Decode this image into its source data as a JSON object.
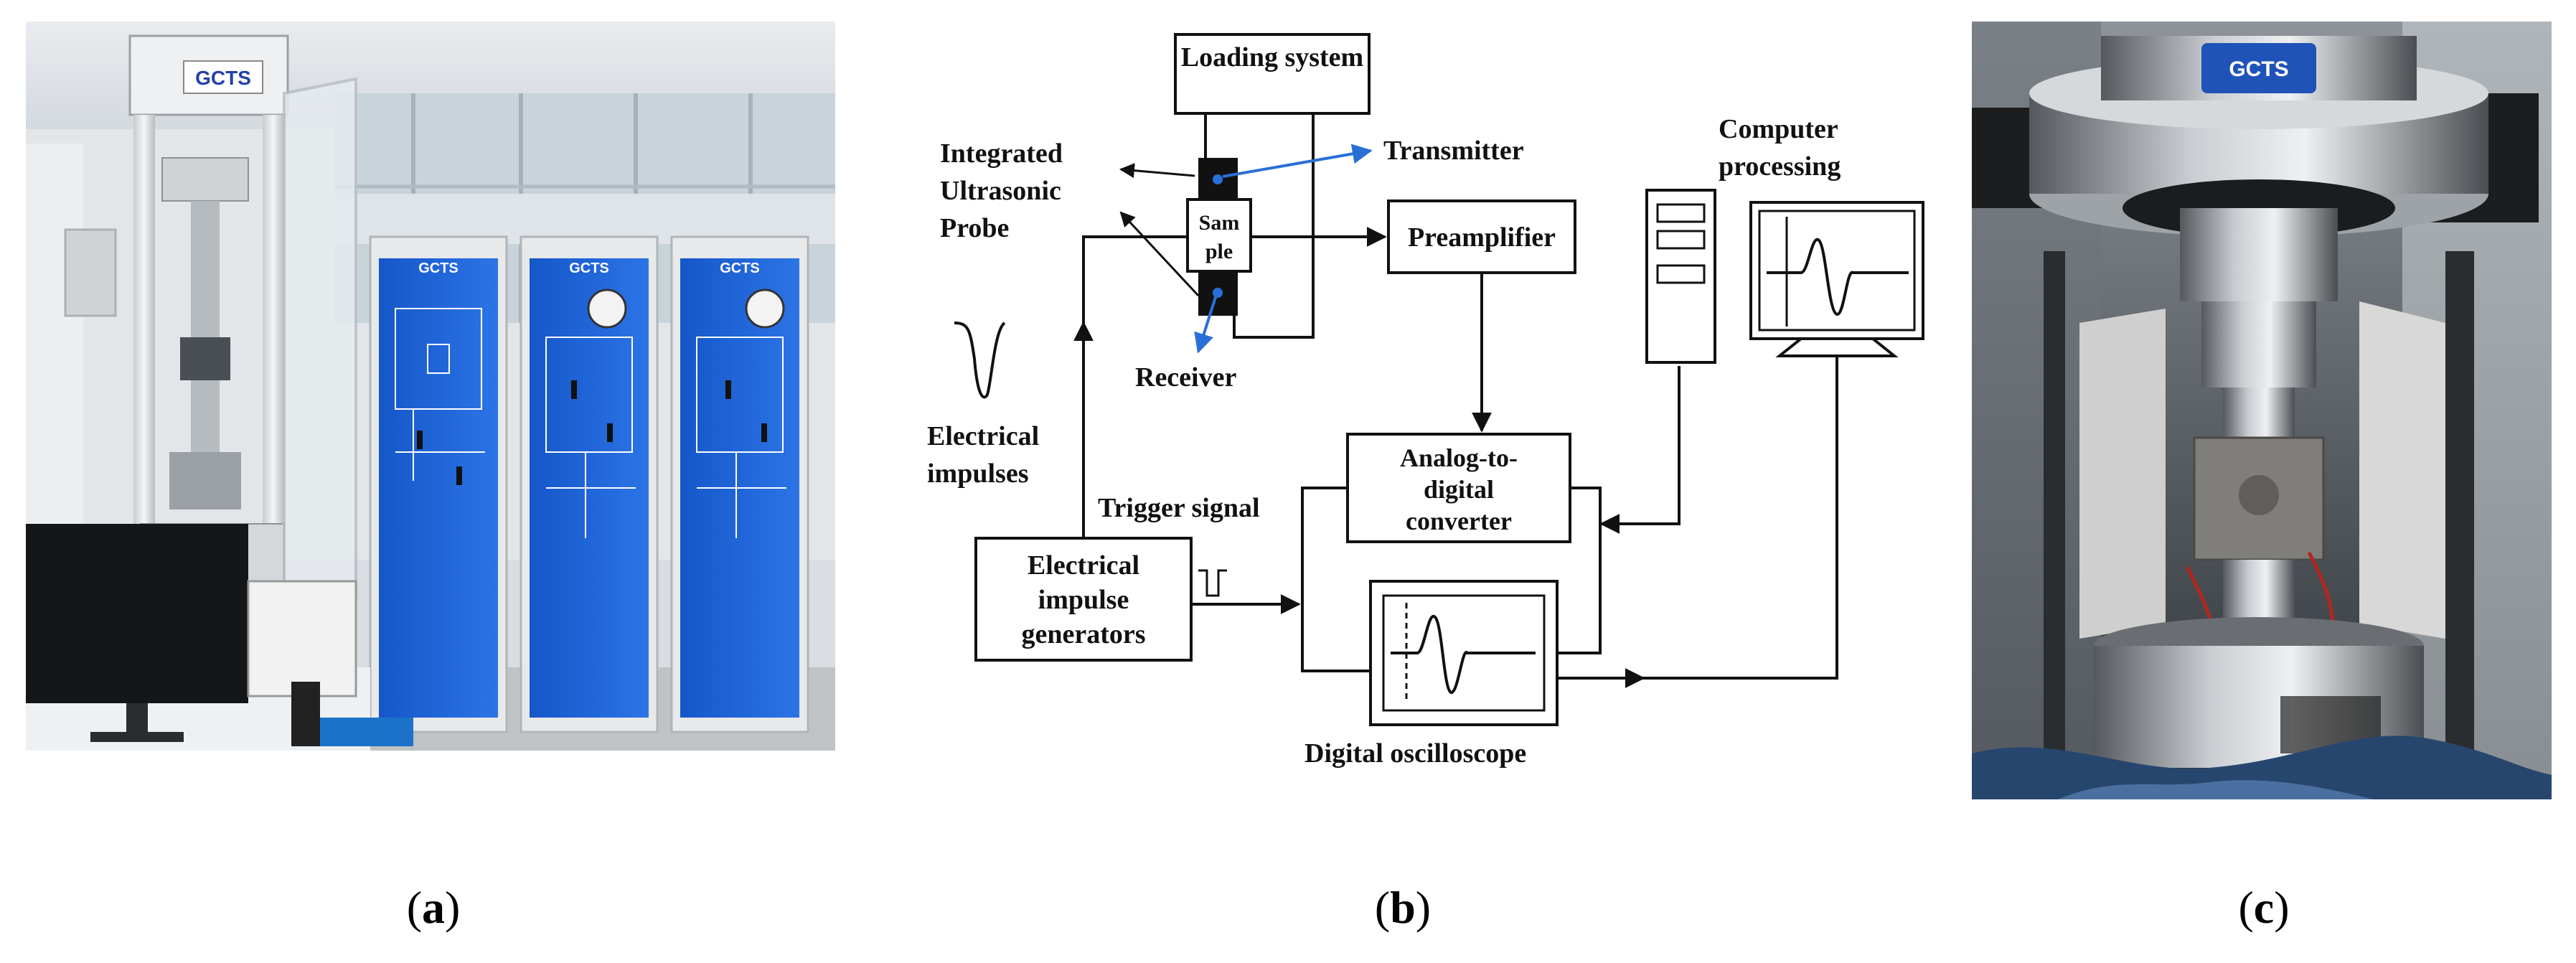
{
  "captions": {
    "a": "a",
    "b": "b",
    "c": "c"
  },
  "panel_a": {
    "machine_brand": "GCTS",
    "cabinet_brands": [
      "GCTS",
      "GCTS",
      "GCTS"
    ]
  },
  "panel_b": {
    "loading_system": "Loading system",
    "integrated_probe_line1": "Integrated",
    "integrated_probe_line2": "Ultrasonic",
    "integrated_probe_line3": "Probe",
    "transmitter": "Transmitter",
    "sample_line1": "Sam",
    "sample_line2": "ple",
    "receiver": "Receiver",
    "preamplifier": "Preamplifier",
    "computer_line1": "Computer",
    "computer_line2": "processing",
    "electrical_impulses_line1": "Electrical",
    "electrical_impulses_line2": "impulses",
    "trigger_signal": "Trigger signal",
    "adc_line1": "Analog-to-",
    "adc_line2": "digital",
    "adc_line3": "converter",
    "generator_line1": "Electrical",
    "generator_line2": "impulse",
    "generator_line3": "generators",
    "oscilloscope": "Digital oscilloscope",
    "accent_color": "#2a6fd6"
  },
  "panel_c": {
    "brand": "GCTS"
  }
}
